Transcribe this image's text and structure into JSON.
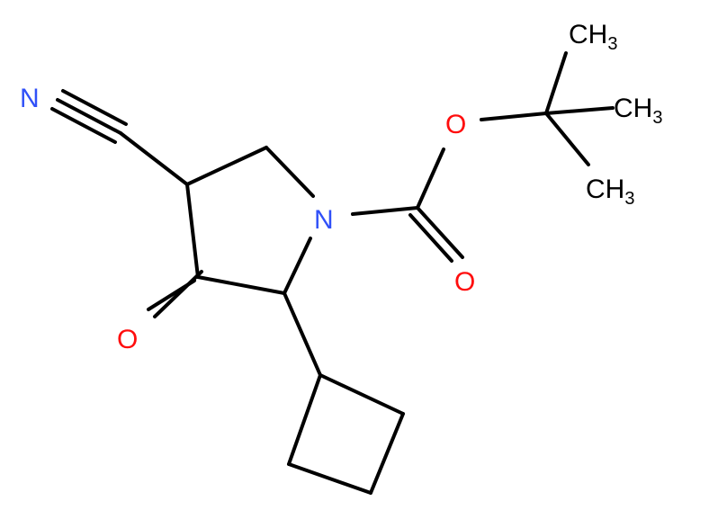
{
  "molecule": {
    "atom_labels": {
      "nitrile_n": "N",
      "ring_n": "N",
      "ester_o": "O",
      "carbonyl_o": "O",
      "ketone_o": "O",
      "methyl_1": {
        "main": "CH",
        "sub": "3"
      },
      "methyl_2": {
        "main": "CH",
        "sub": "3"
      },
      "methyl_3": {
        "main": "CH",
        "sub": "3"
      }
    },
    "colors": {
      "bond": "#000000",
      "nitrogen": "#3050F8",
      "oxygen": "#FF0D0D",
      "carbon": "#000000"
    }
  }
}
